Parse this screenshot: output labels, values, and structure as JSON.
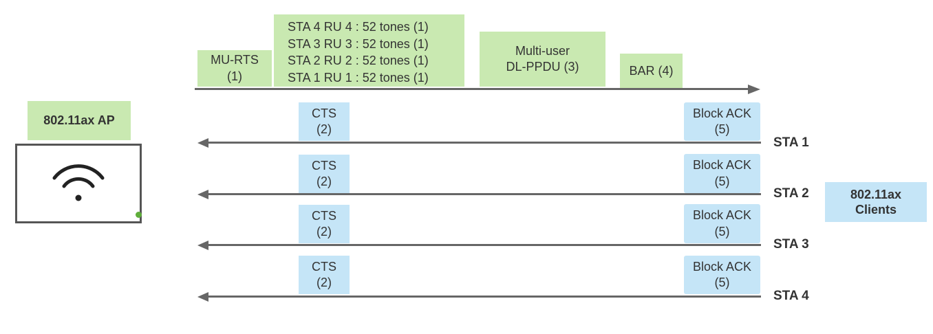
{
  "ap": {
    "label": "802.11ax AP",
    "icon": "wifi-icon"
  },
  "clients": {
    "label": "802.11ax Clients"
  },
  "downlink": {
    "mu_rts": "MU-RTS (1)",
    "ru_assignments": [
      "STA 4 RU 4 : 52 tones (1)",
      "STA 3 RU 3 : 52 tones (1)",
      "STA 2 RU 2 : 52 tones (1)",
      "STA 1 RU 1 : 52 tones (1)"
    ],
    "multi_user_line1": "Multi-user",
    "multi_user_line2": "DL-PPDU (3)",
    "bar": "BAR (4)"
  },
  "stations": [
    {
      "name": "STA 1",
      "cts_line1": "CTS",
      "cts_line2": "(2)",
      "ack_line1": "Block ACK",
      "ack_line2": "(5)"
    },
    {
      "name": "STA 2",
      "cts_line1": "CTS",
      "cts_line2": "(2)",
      "ack_line1": "Block ACK",
      "ack_line2": "(5)"
    },
    {
      "name": "STA 3",
      "cts_line1": "CTS",
      "cts_line2": "(2)",
      "ack_line1": "Block ACK",
      "ack_line2": "(5)"
    },
    {
      "name": "STA 4",
      "cts_line1": "CTS",
      "cts_line2": "(2)",
      "ack_line1": "Block ACK",
      "ack_line2": "(5)"
    }
  ],
  "colors": {
    "green_box": "#c9e9b1",
    "blue_box": "#c5e5f7",
    "arrow": "#666666",
    "led": "#5fae3a"
  }
}
